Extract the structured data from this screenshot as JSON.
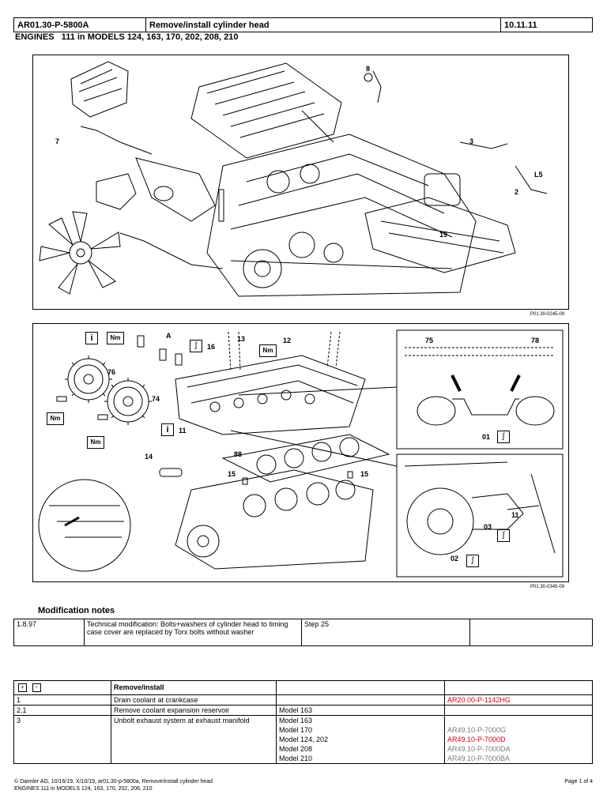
{
  "header": {
    "doc_id": "AR01.30-P-5800A",
    "title": "Remove/install cylinder head",
    "date": "10.11.11",
    "subtitle": "ENGINES   111 in MODELS 124, 163, 170, 202, 208, 210"
  },
  "figure1": {
    "caption": "P01.30-0245-09",
    "callouts": [
      "8",
      "7",
      "3",
      "L5",
      "2",
      "19"
    ]
  },
  "figure2": {
    "caption": "P01.30-0345-09",
    "callouts": [
      "A",
      "16",
      "13",
      "12",
      "76",
      "74",
      "11",
      "14",
      "88",
      "15",
      "15",
      "75",
      "78",
      "01",
      "11",
      "03",
      "02"
    ],
    "nm_label": "Nm",
    "info_label": "i"
  },
  "modification": {
    "title": "Modification notes",
    "rows": [
      {
        "date": "1.8.97",
        "text": "Technical modification: Bolts+washers of cylinder head to timing case cover are replaced by Torx bolts without washer",
        "ref": "Step 25",
        "link": ""
      }
    ]
  },
  "procedure": {
    "header": {
      "col2": "Remove/install"
    },
    "rows": [
      {
        "step": "1",
        "text": "Drain coolant at crankcase",
        "model": "",
        "link": "AR20.00-P-1142HG",
        "link_color": "red"
      },
      {
        "step": "2.1",
        "text": "Remove coolant expansion reservoir",
        "model": "Model 163",
        "link": "",
        "link_color": ""
      },
      {
        "step": "3",
        "text": "Unbolt exhaust system at exhaust manifold",
        "model": "Model 163",
        "link": "",
        "link_color": ""
      },
      {
        "step": "",
        "text": "",
        "model": "Model 170",
        "link": "AR49.10-P-7000G",
        "link_color": "gray"
      },
      {
        "step": "",
        "text": "",
        "model": "Model 124, 202",
        "link": "AR49.10-P-7000D",
        "link_color": "red"
      },
      {
        "step": "",
        "text": "",
        "model": "Model 208",
        "link": "AR49.10-P-7000DA",
        "link_color": "gray"
      },
      {
        "step": "",
        "text": "",
        "model": "Model 210",
        "link": "AR49.10-P-7000BA",
        "link_color": "gray"
      }
    ]
  },
  "footer": {
    "line1": "© Daimler AG, 10/16/19, X/10/19, ar01.30-p-5800a, Remove/install cylinder head",
    "line2": "ENGINES 111 in MODELS 124, 163, 170, 202, 208, 210",
    "page": "Page 1 of 4"
  }
}
